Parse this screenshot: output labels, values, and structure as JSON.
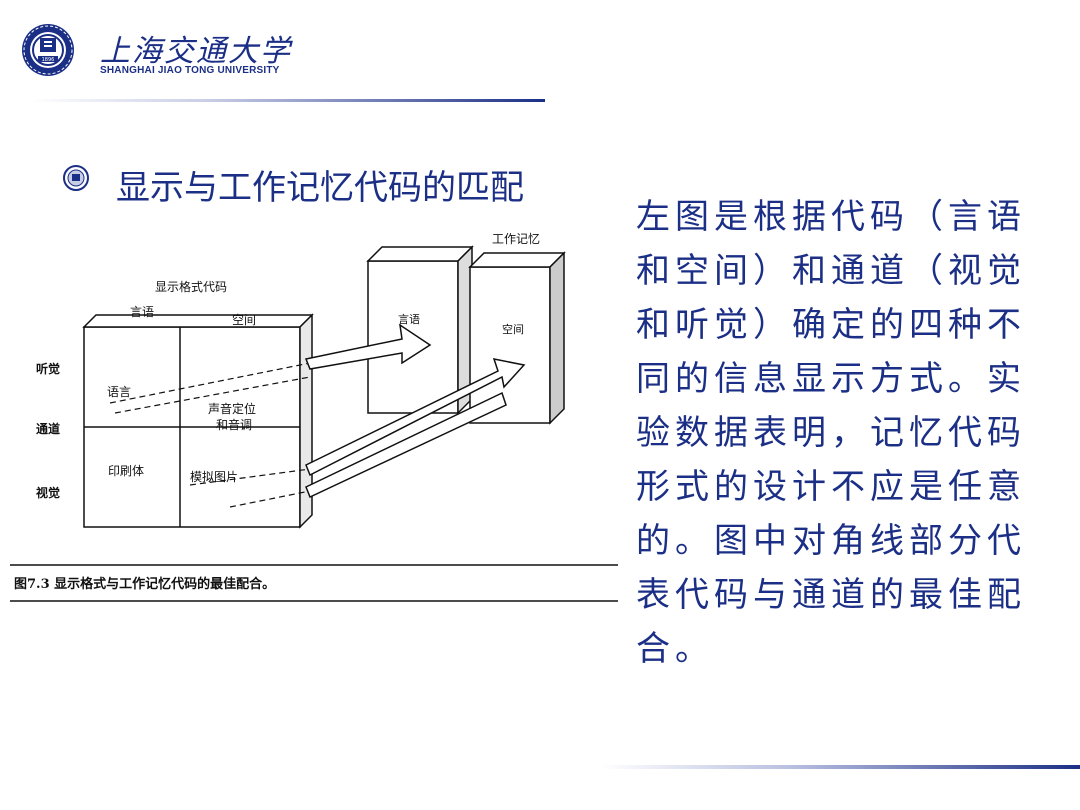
{
  "header": {
    "university_cn": "上海交通大学",
    "university_en": "SHANGHAI JIAO TONG UNIVERSITY",
    "logo_year": "1896"
  },
  "slide": {
    "heading": "显示与工作记忆代码的匹配",
    "description": "左图是根据代码（言语和空间）和通道（视觉和听觉）确定的四种不同的信息显示方式。实验数据表明，记忆代码形式的设计不应是任意的。图中对角线部分代表代码与通道的最佳配合。"
  },
  "figure": {
    "title_display_code": "显示格式代码",
    "col_verbal": "言语",
    "col_spatial": "空间",
    "row_auditory": "听觉",
    "row_channel": "通道",
    "row_visual": "视觉",
    "cell_speech": "语言",
    "cell_sound_pos_1": "声音定位",
    "cell_sound_pos_2": "和音调",
    "cell_print": "印刷体",
    "cell_analog": "模拟图片",
    "working_memory": "工作记忆",
    "wm_verbal": "言语",
    "wm_spatial": "空间",
    "caption": "图7.3  显示格式与工作记忆代码的最佳配合。"
  },
  "colors": {
    "brand_blue": "#1b2f86"
  }
}
